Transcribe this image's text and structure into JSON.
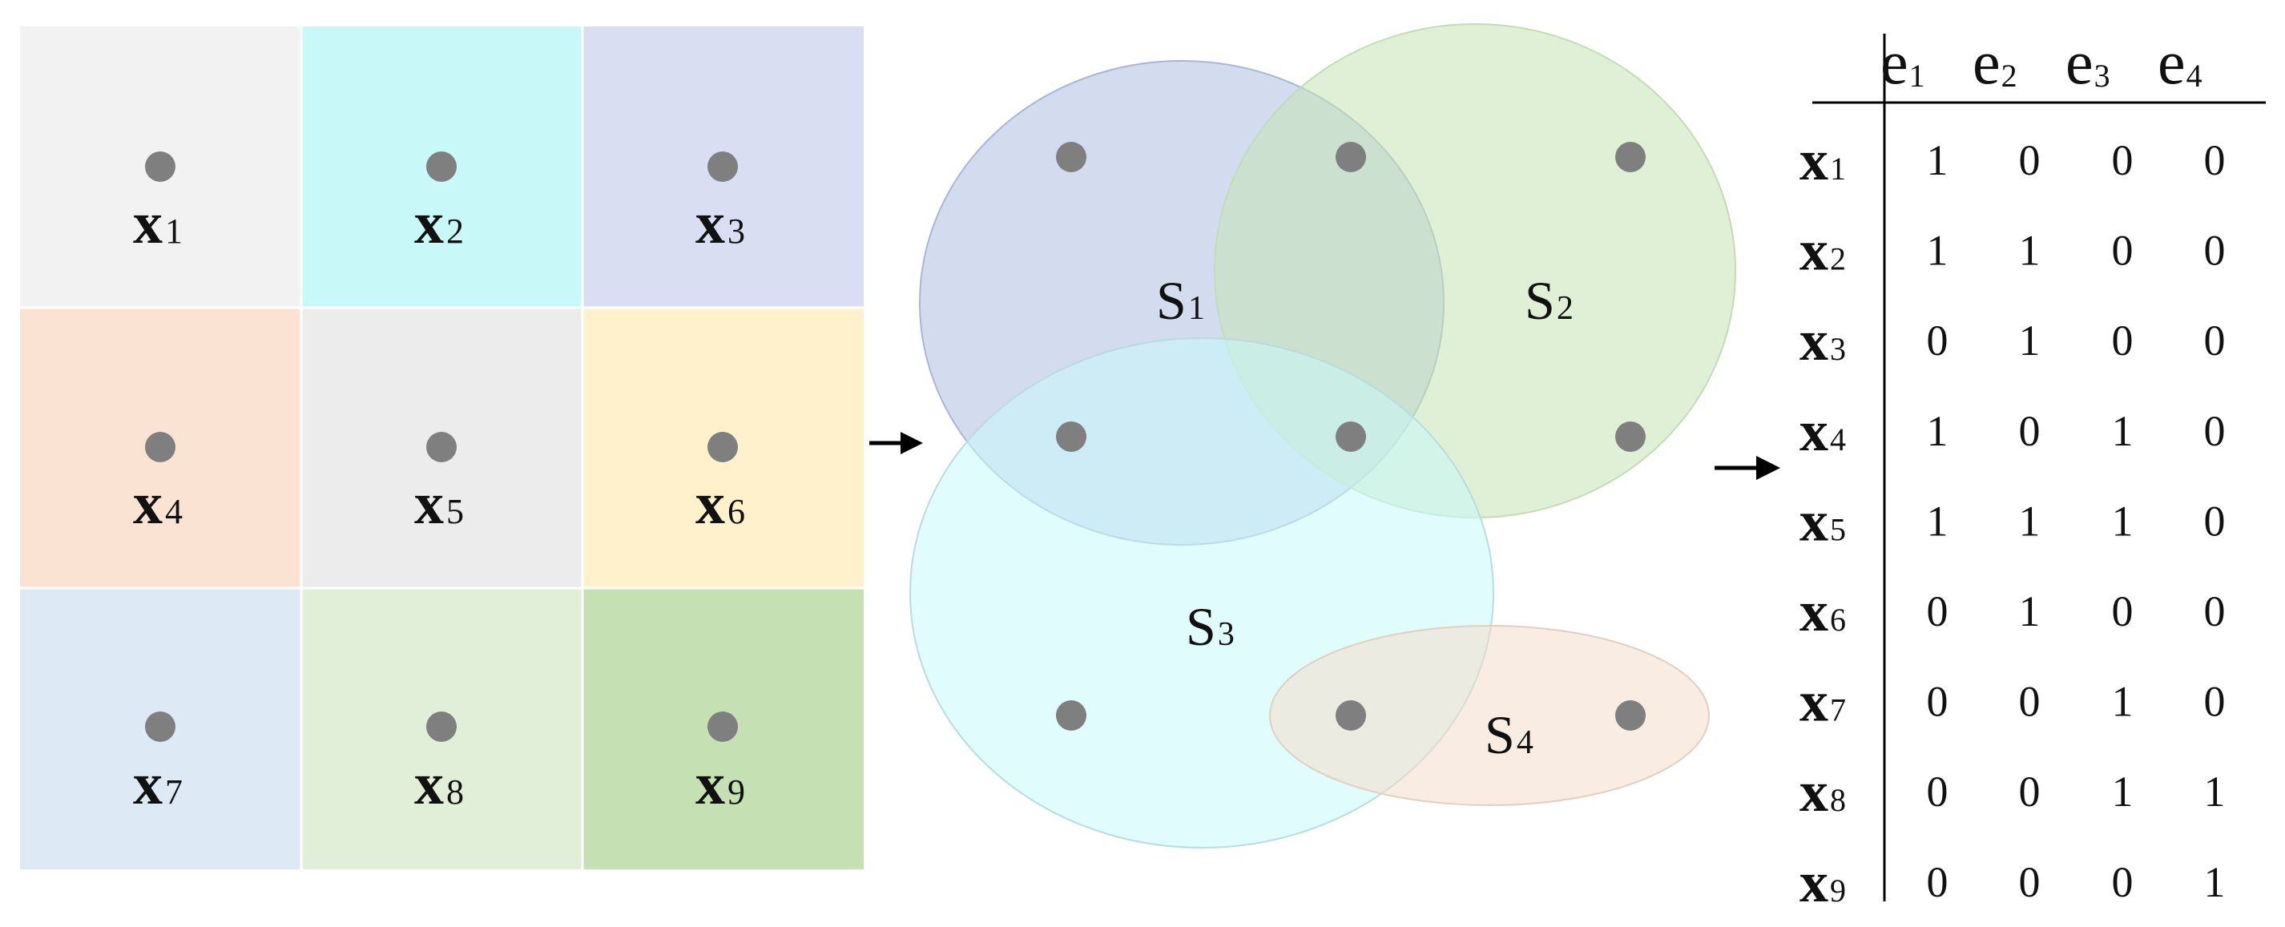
{
  "grid": {
    "cells": [
      {
        "label": "x",
        "sub": "1",
        "color": "#f2f2f2"
      },
      {
        "label": "x",
        "sub": "2",
        "color": "#c8f8f8"
      },
      {
        "label": "x",
        "sub": "3",
        "color": "#d9def2"
      },
      {
        "label": "x",
        "sub": "4",
        "color": "#fbe3d3"
      },
      {
        "label": "x",
        "sub": "5",
        "color": "#ececec"
      },
      {
        "label": "x",
        "sub": "6",
        "color": "#fff1cb"
      },
      {
        "label": "x",
        "sub": "7",
        "color": "#dde9f5"
      },
      {
        "label": "x",
        "sub": "8",
        "color": "#e1efd8"
      },
      {
        "label": "x",
        "sub": "9",
        "color": "#c5e0b3"
      }
    ],
    "point_color": "#7f7f7f",
    "cell_border": "#ffffff"
  },
  "sets": [
    {
      "label": "S",
      "sub": "1",
      "color": "#b4c2e4"
    },
    {
      "label": "S",
      "sub": "2",
      "color": "#c7e4b5"
    },
    {
      "label": "S",
      "sub": "3",
      "color": "#c9f9fa"
    },
    {
      "label": "S",
      "sub": "4",
      "color": "#f4dccb"
    }
  ],
  "table": {
    "columns": [
      {
        "label": "e",
        "sub": "1"
      },
      {
        "label": "e",
        "sub": "2"
      },
      {
        "label": "e",
        "sub": "3"
      },
      {
        "label": "e",
        "sub": "4"
      }
    ],
    "rows": [
      {
        "label": "x",
        "sub": "1",
        "values": [
          "1",
          "0",
          "0",
          "0"
        ]
      },
      {
        "label": "x",
        "sub": "2",
        "values": [
          "1",
          "1",
          "0",
          "0"
        ]
      },
      {
        "label": "x",
        "sub": "3",
        "values": [
          "0",
          "1",
          "0",
          "0"
        ]
      },
      {
        "label": "x",
        "sub": "4",
        "values": [
          "1",
          "0",
          "1",
          "0"
        ]
      },
      {
        "label": "x",
        "sub": "5",
        "values": [
          "1",
          "1",
          "1",
          "0"
        ]
      },
      {
        "label": "x",
        "sub": "6",
        "values": [
          "0",
          "1",
          "0",
          "0"
        ]
      },
      {
        "label": "x",
        "sub": "7",
        "values": [
          "0",
          "0",
          "1",
          "0"
        ]
      },
      {
        "label": "x",
        "sub": "8",
        "values": [
          "0",
          "0",
          "1",
          "1"
        ]
      },
      {
        "label": "x",
        "sub": "9",
        "values": [
          "0",
          "0",
          "0",
          "1"
        ]
      }
    ]
  },
  "arrows": [
    {
      "icon": "right-arrow-icon"
    },
    {
      "icon": "right-arrow-icon"
    }
  ]
}
